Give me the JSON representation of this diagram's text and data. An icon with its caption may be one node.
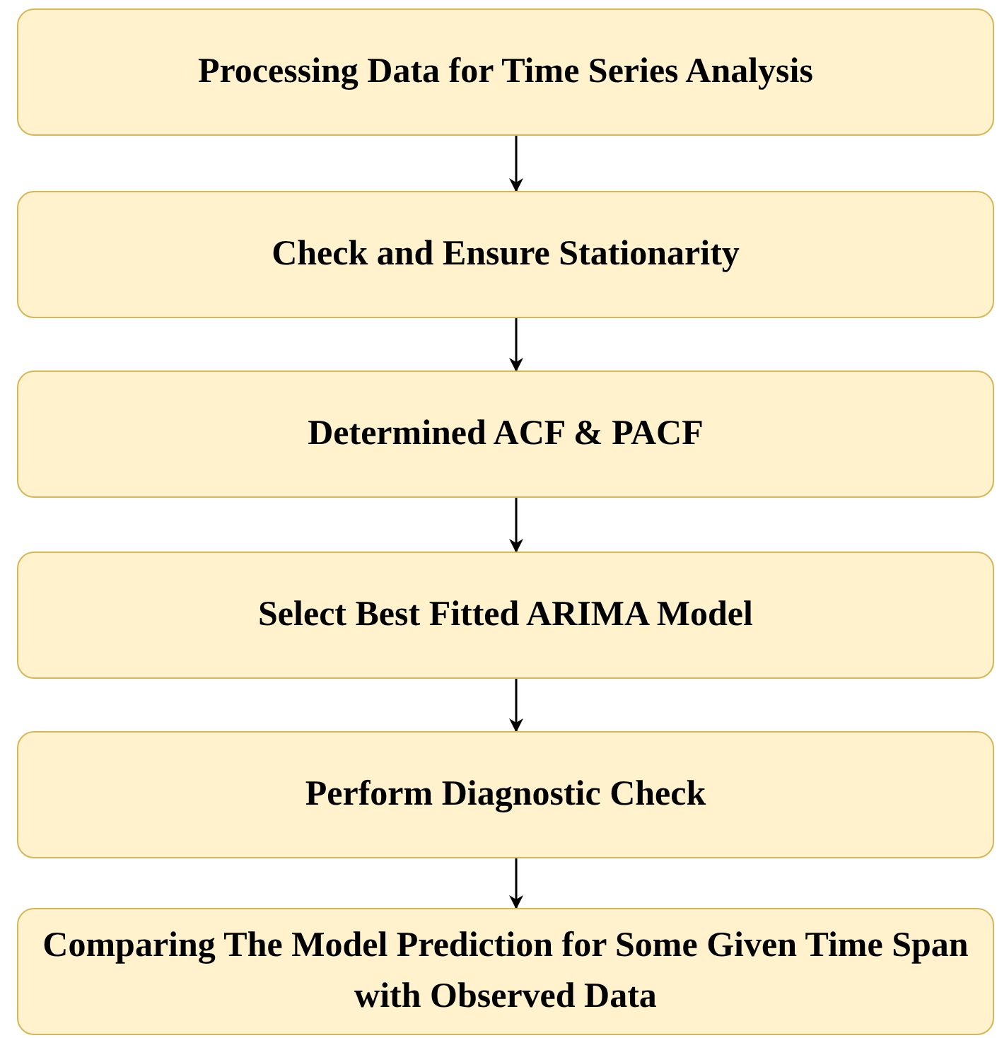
{
  "diagram": {
    "nodes": [
      {
        "text": [
          "Processing Data for Time Series Analysis"
        ]
      },
      {
        "text": [
          "Check and Ensure Stationarity"
        ]
      },
      {
        "text": [
          "Determined ACF & PACF"
        ]
      },
      {
        "text": [
          "Select Best Fitted ARIMA Model"
        ]
      },
      {
        "text": [
          "Perform Diagnostic Check"
        ]
      },
      {
        "text": [
          "Comparing The Model Prediction for Some Given Time Span with Observed Data"
        ]
      }
    ],
    "edges": [
      {
        "from": 0,
        "to": 1,
        "arrow": "to"
      },
      {
        "from": 1,
        "to": 2,
        "arrow": "to"
      },
      {
        "from": 2,
        "to": 3,
        "arrow": "to"
      },
      {
        "from": 3,
        "to": 4,
        "arrow": "to"
      },
      {
        "from": 4,
        "to": 5,
        "arrow": "to"
      }
    ]
  }
}
